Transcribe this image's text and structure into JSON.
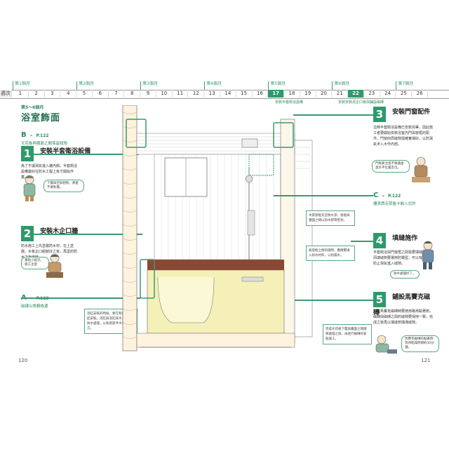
{
  "timeline": {
    "row_label": "週次",
    "months": [
      "第1個月",
      "第2個月",
      "第3個月",
      "第4個月",
      "第5個月",
      "第6個月",
      "第7個月"
    ],
    "weeks": [
      "1",
      "2",
      "3",
      "4",
      "5",
      "6",
      "7",
      "8",
      "9",
      "10",
      "11",
      "12",
      "13",
      "14",
      "15",
      "16",
      "17",
      "18",
      "19",
      "20",
      "21",
      "22",
      "23",
      "24",
      "25",
      "26"
    ],
    "highlight_weeks": [
      "17",
      "22"
    ],
    "sub_label_17": "安裝半套衛浴設備",
    "sub_label_22": "安裝安裝泥企口板與鋪設磁磚"
  },
  "left_page": {
    "kicker": "第5～6個月",
    "title": "浴室飾面",
    "refB_letter": "B",
    "refB_page": "P.122",
    "refB_text": "天花板與牆面之間保留縫隙",
    "s1_num": "1",
    "s1_title": "安裝半套衛浴設備",
    "s1_body": "為了不讓濕氣進入牆內側。半套衛浴設備最好在防水工程上後才開始作業。",
    "s1_bubble": "下層與空氣相對，那麼不要對層。",
    "s2_num": "2",
    "s2_title": "安裝木企口牆",
    "s2_body": "防水施工上先塗層防水材，在上塗層。木板企口組裝好之後，再塗的防水之後安裝。",
    "s2_bubble": "重點小提示。施工注意",
    "refA_letter": "A",
    "refA_page": "P.122",
    "refA_text": "磁磚以角鋼收邊",
    "note_bathtub": "浴缸安裝的時候，要在和保溫材一起安裝。浴缸與浴缸排水之間做好防水處理，以防底部滲水到地板下方。",
    "page_num": "120"
  },
  "right_page": {
    "s3_num": "3",
    "s3_title": "安裝門窗配件",
    "s3_body": "這時半套衛浴設備已安裝完畢，因此施工者要開始安裝浴室內門與窗框的配件。門窗四周縫隙需確實填好，以防濕氣滲入木作內部。",
    "s3_bubble": "門框要注意不要讓垂直水平位置走位。",
    "refC_letter": "C",
    "refC_page": "P.122",
    "refC_text": "櫃表牌走菜盤卡嵌入式的",
    "s4_num": "4",
    "s4_title": "填縫施作",
    "s4_body": "半套衛浴與門窗框之間需要填縫。而填縫劑要選用防霉型，可以有效防止濕氣進入縫隙。",
    "s4_bubble": "防水處理好了。",
    "s5_num": "5",
    "s5_title": "鋪設馬賽克磁磚",
    "s5_body": "鋪設馬賽克磁磚時要使用專用黏著劑，磁磚與磁磚之間的縫隙要保持一致。完成之後再以填縫劑填滿縫隙。",
    "s5_bubble": "馬賽克磁磚的黏著劑等待乾燥時間約30分鐘。",
    "note_right1": "木質窗框先塗防水漆，窗框與牆面之間以防水膠帶密封。",
    "note_right2": "與窗框之間的縫隙，應確實填入防水材料，以防漏水。",
    "note_bottom": "完成天花板下層與牆面之間縫隙處理之後，再進行磁磚的安裝施工。",
    "page_num": "121"
  }
}
